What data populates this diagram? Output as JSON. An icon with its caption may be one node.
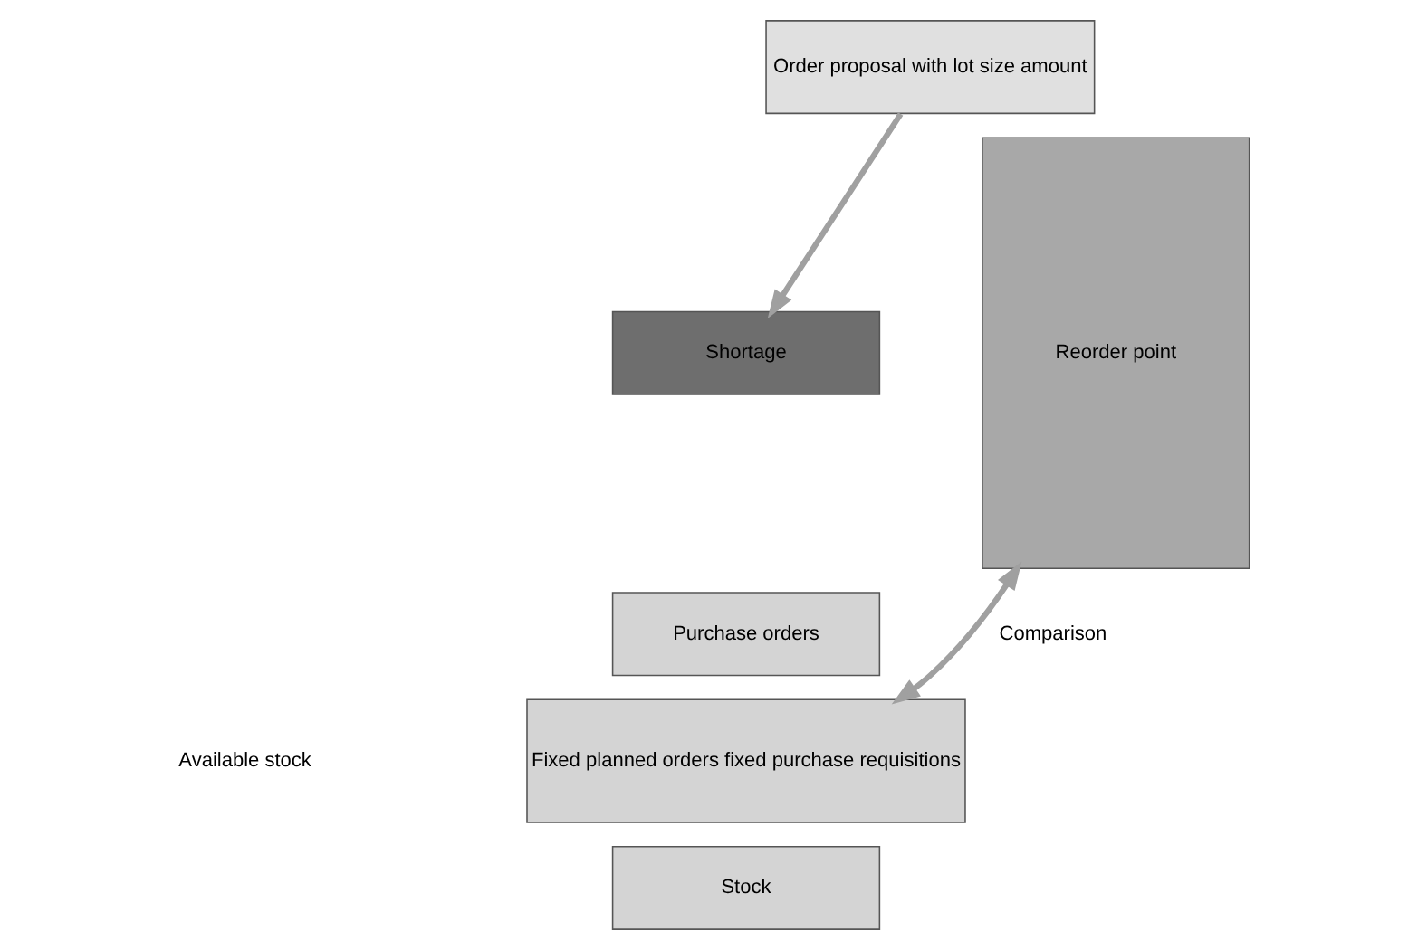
{
  "diagram": {
    "nodes": [
      {
        "text": [
          "Order proposal with lot size amount"
        ]
      },
      {
        "text": [
          "Shortage"
        ]
      },
      {
        "text": [
          "Purchase orders"
        ]
      },
      {
        "text": [
          "Fixed planned orders fixed purchase requisitions"
        ]
      },
      {
        "text": [
          "Stock"
        ]
      },
      {
        "text": [
          "Reorder point"
        ]
      }
    ],
    "edges": [
      {
        "from": 0,
        "to": 1,
        "arrow": "to"
      },
      {
        "from": 3,
        "to": 5,
        "arrow": "both",
        "label": "Comparison"
      }
    ],
    "labels": [
      "Available stock"
    ]
  }
}
